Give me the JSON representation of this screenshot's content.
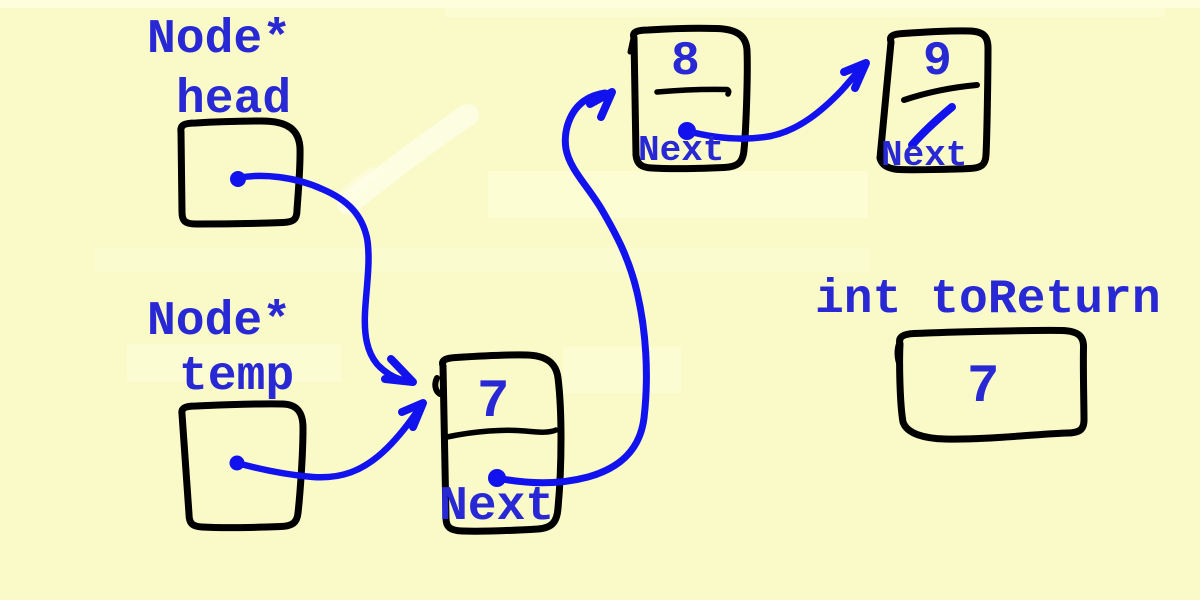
{
  "diagram": {
    "kind": "hand-drawn linked-list diagram",
    "colors": {
      "background": "#FAFAC8",
      "ink_black": "#000000",
      "pen_blue": "#1212EE",
      "text_blue": "#2828D4"
    }
  },
  "pointers": {
    "head": {
      "type_label": "Node*",
      "name_label": "head"
    },
    "temp": {
      "type_label": "Node*",
      "name_label": "temp"
    }
  },
  "nodes": {
    "n7": {
      "value": "7",
      "next_label": "Next"
    },
    "n8": {
      "value": "8",
      "next_label": "Next"
    },
    "n9": {
      "value": "9",
      "next_label": "Next",
      "next_is_null_slash": true
    }
  },
  "variable": {
    "label": "int toReturn",
    "value": "7"
  },
  "structure": {
    "pointer_arrows": [
      {
        "from": "head",
        "to": "node-7"
      },
      {
        "from": "temp",
        "to": "node-7"
      },
      {
        "from": "node-7.Next",
        "to": "node-8"
      },
      {
        "from": "node-8.Next",
        "to": "node-9"
      },
      {
        "from": "node-9.Next",
        "to": "null-slash"
      }
    ]
  }
}
